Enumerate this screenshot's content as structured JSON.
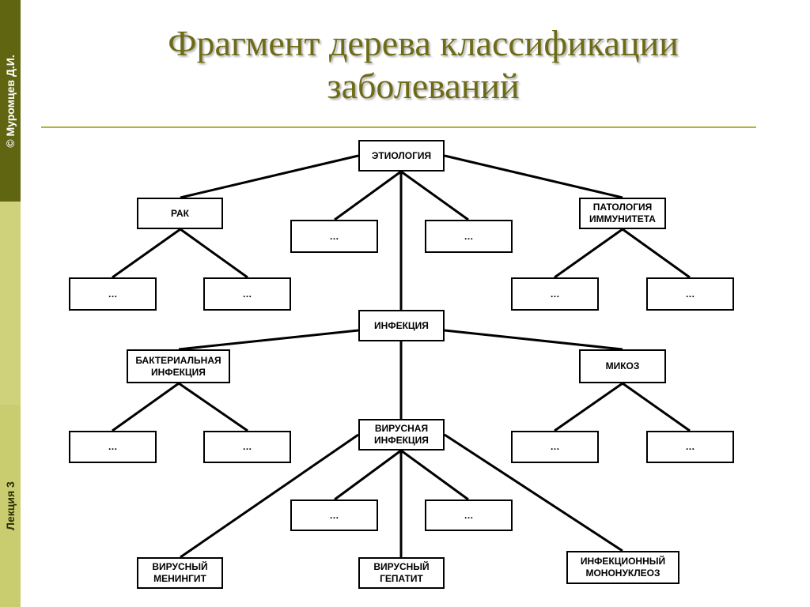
{
  "slide": {
    "title_line1": "Фрагмент дерева классификации",
    "title_line2": "заболеваний",
    "sidebar_top": "© Муромцев Д.И.",
    "sidebar_bottom": "Лекция 3"
  },
  "colors": {
    "title": "#6e6b16",
    "rule": "#b5b23c",
    "sidebar_dark": "#5f6511",
    "sidebar_light": "#cfd27a"
  },
  "tree": {
    "etiology": "ЭТИОЛОГИЯ",
    "cancer": "РАК",
    "immune": "ПАТОЛОГИЯ\nИММУНИТЕТА",
    "etiology_more_1": "…",
    "etiology_more_2": "…",
    "cancer_child_1": "…",
    "cancer_child_2": "…",
    "immune_child_1": "…",
    "immune_child_2": "…",
    "infection": "ИНФЕКЦИЯ",
    "bacterial": "БАКТЕРИАЛЬНАЯ\nИНФЕКЦИЯ",
    "mycosis": "МИКОЗ",
    "bacterial_child_1": "…",
    "bacterial_child_2": "…",
    "mycosis_child_1": "…",
    "mycosis_child_2": "…",
    "viral": "ВИРУСНАЯ\nИНФЕКЦИЯ",
    "viral_more_1": "…",
    "viral_more_2": "…",
    "meningitis": "ВИРУСНЫЙ\nМЕНИНГИТ",
    "hepatitis": "ВИРУСНЫЙ\nГЕПАТИТ",
    "mononucleosis": "ИНФЕКЦИОННЫЙ\nМОНОНУКЛЕОЗ"
  }
}
